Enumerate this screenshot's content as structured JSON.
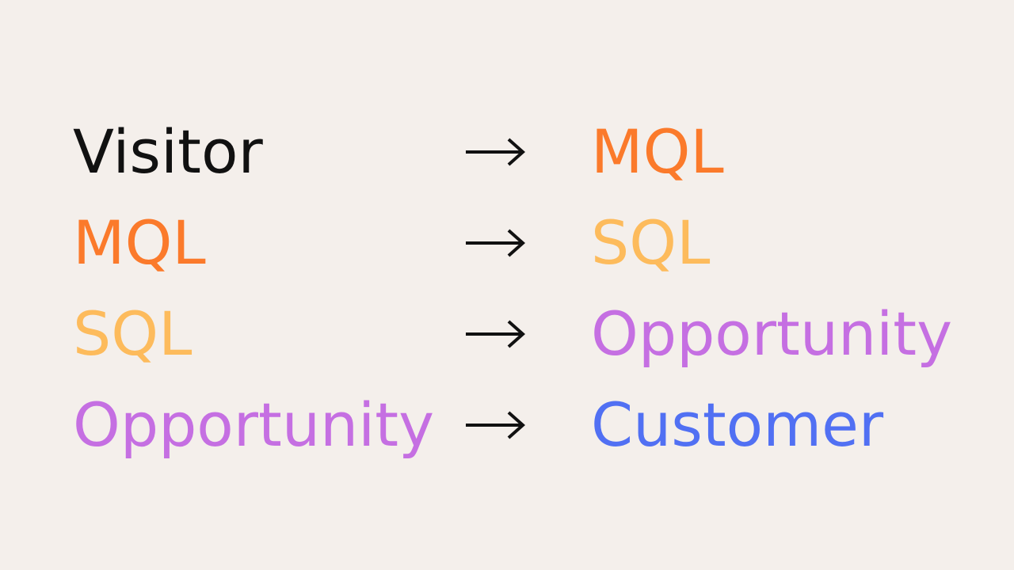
{
  "colors": {
    "background": "#f4efeb",
    "visitor": "#111111",
    "mql": "#fb7a2b",
    "sql": "#fdbb5c",
    "opportunity": "#c56fe2",
    "customer": "#5170f3",
    "arrow": "#111111"
  },
  "transitions": [
    {
      "from": "Visitor",
      "to": "MQL",
      "from_color": "#111111",
      "to_color": "#fb7a2b"
    },
    {
      "from": "MQL",
      "to": "SQL",
      "from_color": "#fb7a2b",
      "to_color": "#fdbb5c"
    },
    {
      "from": "SQL",
      "to": "Opportunity",
      "from_color": "#fdbb5c",
      "to_color": "#c56fe2"
    },
    {
      "from": "Opportunity",
      "to": "Customer",
      "from_color": "#c56fe2",
      "to_color": "#5170f3"
    }
  ],
  "arrow_icon": "right-arrow-icon"
}
